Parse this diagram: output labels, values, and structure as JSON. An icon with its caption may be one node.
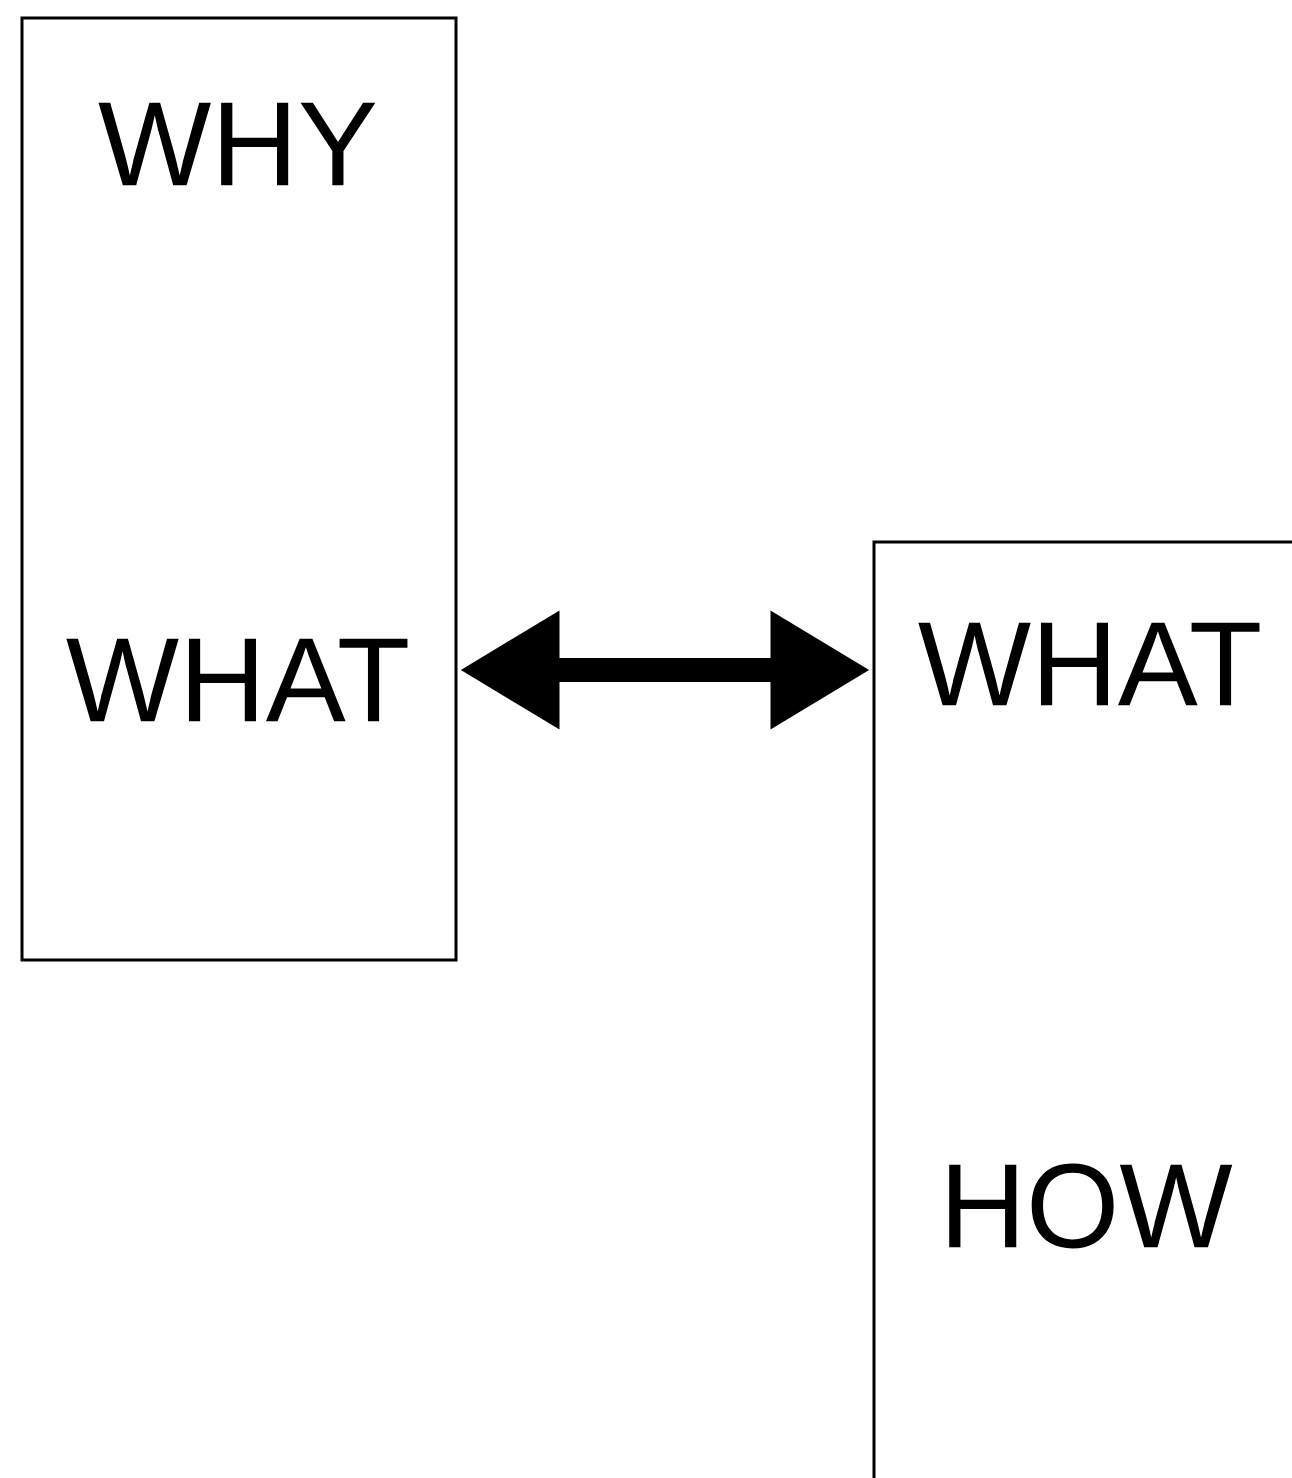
{
  "diagram": {
    "nodes": [
      {
        "text": [
          "WHY",
          "WHAT"
        ]
      },
      {
        "text": [
          "WHAT",
          "HOW"
        ]
      }
    ],
    "edges": [
      {
        "from": 0,
        "to": 1,
        "arrow": "both"
      }
    ]
  }
}
